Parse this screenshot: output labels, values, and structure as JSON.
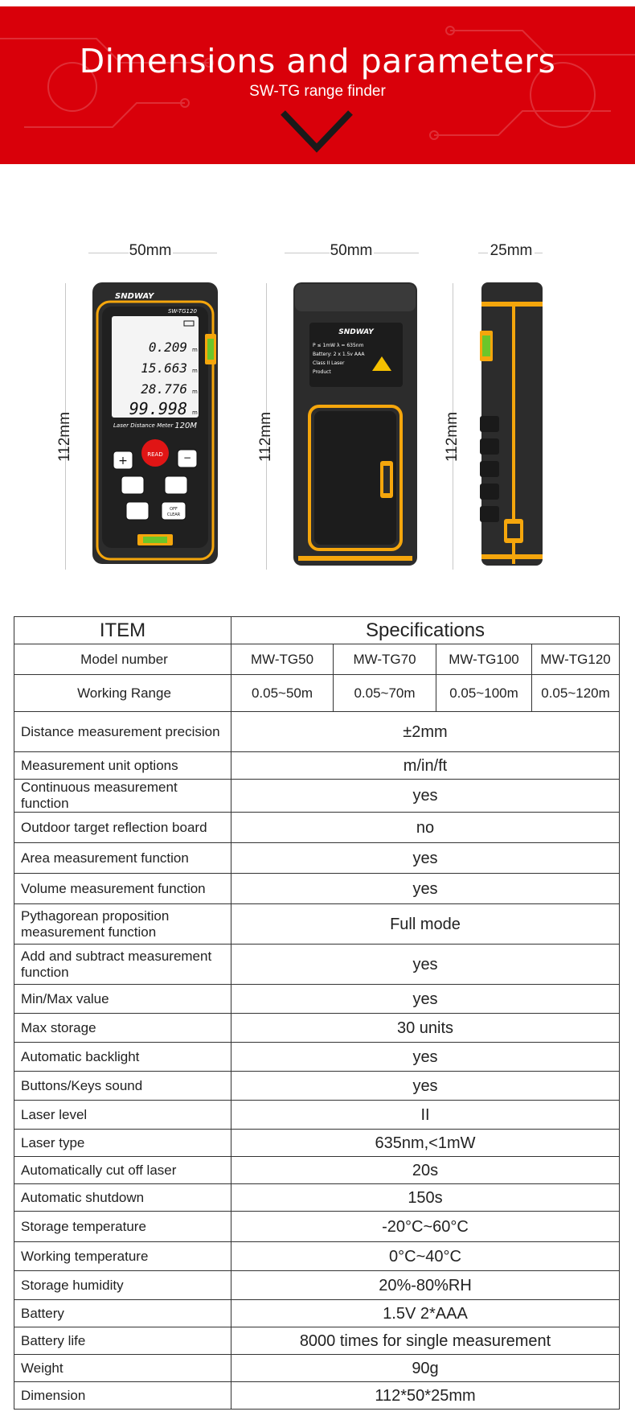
{
  "banner": {
    "title": "Dimensions and parameters",
    "subtitle": "SW-TG range finder"
  },
  "dimensions": {
    "front_width": "50mm",
    "back_width": "50mm",
    "side_width": "25mm",
    "front_height": "112mm",
    "back_height": "112mm",
    "side_height": "112mm"
  },
  "device_front": {
    "brand": "SNDWAY",
    "model": "SW-TG120",
    "readings": [
      "0.209",
      "15.663",
      "28.776",
      "99.998"
    ],
    "unit": "m",
    "caption": "Laser Distance Meter",
    "range": "120M",
    "read_button": "READ",
    "off_button_line1": "OFF",
    "off_button_line2": "CLEAR"
  },
  "device_back": {
    "brand": "SNDWAY",
    "label_lines": [
      "P ≤ 1mW    λ = 635nm",
      "Battery: 2 x 1.5v AAA",
      "Class II Laser",
      "Product"
    ]
  },
  "table": {
    "header_item": "ITEM",
    "header_spec": "Specifications",
    "models_label": "Model number",
    "models": [
      "MW-TG50",
      "MW-TG70",
      "MW-TG100",
      "MW-TG120"
    ],
    "range_label": "Working Range",
    "ranges": [
      "0.05~50m",
      "0.05~70m",
      "0.05~100m",
      "0.05~120m"
    ],
    "rows": [
      {
        "label": "Distance measurement precision",
        "value": "±2mm"
      },
      {
        "label": "Measurement unit options",
        "value": "m/in/ft"
      },
      {
        "label": "Continuous measurement function",
        "value": "yes"
      },
      {
        "label": "Outdoor target reflection board",
        "value": "no"
      },
      {
        "label": "Area measurement function",
        "value": "yes"
      },
      {
        "label": "Volume measurement function",
        "value": "yes"
      },
      {
        "label": "Pythagorean proposition measurement function",
        "value": "Full mode"
      },
      {
        "label": "Add and subtract measurement function",
        "value": "yes"
      },
      {
        "label": "Min/Max value",
        "value": "yes"
      },
      {
        "label": "Max storage",
        "value": "30 units"
      },
      {
        "label": "Automatic backlight",
        "value": "yes"
      },
      {
        "label": "Buttons/Keys sound",
        "value": "yes"
      },
      {
        "label": "Laser level",
        "value": "II"
      },
      {
        "label": "Laser type",
        "value": "635nm,<1mW"
      },
      {
        "label": "Automatically cut off laser",
        "value": "20s"
      },
      {
        "label": "Automatic shutdown",
        "value": "150s"
      },
      {
        "label": "Storage temperature",
        "value": "-20°C~60°C"
      },
      {
        "label": "Working temperature",
        "value": "0°C~40°C"
      },
      {
        "label": "Storage humidity",
        "value": "20%-80%RH"
      },
      {
        "label": "Battery",
        "value": "1.5V 2*AAA"
      },
      {
        "label": "Battery life",
        "value": "8000 times for single measurement"
      },
      {
        "label": "Weight",
        "value": "90g"
      },
      {
        "label": "Dimension",
        "value": "112*50*25mm"
      }
    ]
  },
  "colors": {
    "banner_red": "#d9000a",
    "device_body": "#2c2c2c",
    "device_accent": "#f5a60c",
    "read_button": "#e01515"
  }
}
